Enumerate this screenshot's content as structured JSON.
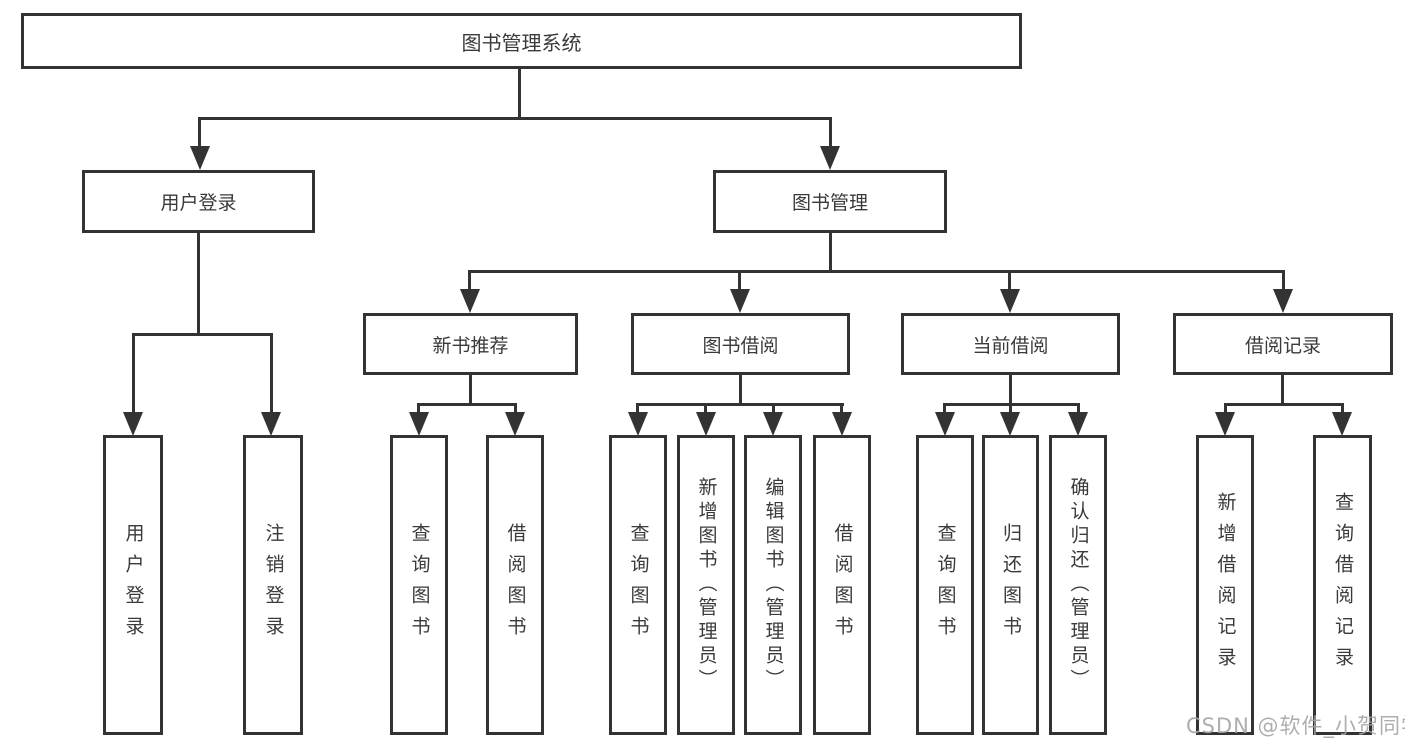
{
  "colors": {
    "line": "#333333",
    "border": "#333333",
    "text": "#3a3a3a",
    "background": "#ffffff",
    "watermark": "#a5a5a5"
  },
  "watermark": "CSDN @软件_小贺同学",
  "tree": {
    "label": "图书管理系统",
    "children": [
      {
        "label": "用户登录",
        "children": [
          {
            "label": "用户登录"
          },
          {
            "label": "注销登录"
          }
        ]
      },
      {
        "label": "图书管理",
        "children": [
          {
            "label": "新书推荐",
            "children": [
              {
                "label": "查询图书"
              },
              {
                "label": "借阅图书"
              }
            ]
          },
          {
            "label": "图书借阅",
            "children": [
              {
                "label": "查询图书"
              },
              {
                "label": "新增图书（管理员）"
              },
              {
                "label": "编辑图书（管理员）"
              },
              {
                "label": "借阅图书"
              }
            ]
          },
          {
            "label": "当前借阅",
            "children": [
              {
                "label": "查询图书"
              },
              {
                "label": "归还图书"
              },
              {
                "label": "确认归还（管理员）"
              }
            ]
          },
          {
            "label": "借阅记录",
            "children": [
              {
                "label": "新增借阅记录"
              },
              {
                "label": "查询借阅记录"
              }
            ]
          }
        ]
      }
    ]
  }
}
